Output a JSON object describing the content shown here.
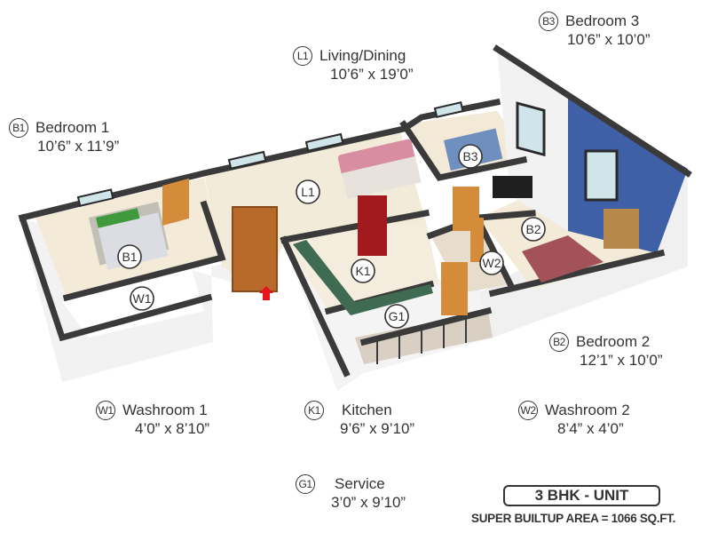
{
  "rooms": [
    {
      "code": "B1",
      "name": "Bedroom 1",
      "size": "10’6” x 11’9”"
    },
    {
      "code": "L1",
      "name": "Living/Dining",
      "size": "10’6” x 19’0”"
    },
    {
      "code": "B3",
      "name": "Bedroom 3",
      "size": "10’6” x 10’0”"
    },
    {
      "code": "B2",
      "name": "Bedroom 2",
      "size": "12’1” x 10’0”"
    },
    {
      "code": "W1",
      "name": "Washroom 1",
      "size": "4’0” x 8’10”"
    },
    {
      "code": "K1",
      "name": "Kitchen",
      "size": "9’6” x 9’10”"
    },
    {
      "code": "W2",
      "name": "Washroom 2",
      "size": "8’4” x 4’0”"
    },
    {
      "code": "G1",
      "name": "Service",
      "size": "3’0” x 9’10”"
    }
  ],
  "plan_markers": [
    "B1",
    "W1",
    "L1",
    "K1",
    "G1",
    "B3",
    "B2",
    "W2"
  ],
  "unit": {
    "title": "3 BHK - UNIT",
    "area": "SUPER BUILTUP AREA = 1066 SQ.FT."
  },
  "colors": {
    "wall_dark": "#3a3a3a",
    "accent_wall": "#3f5fa6",
    "floor": "#f1e8d6",
    "entry_arrow": "#e8141b",
    "fridge": "#a31a1e",
    "text": "#333333"
  }
}
